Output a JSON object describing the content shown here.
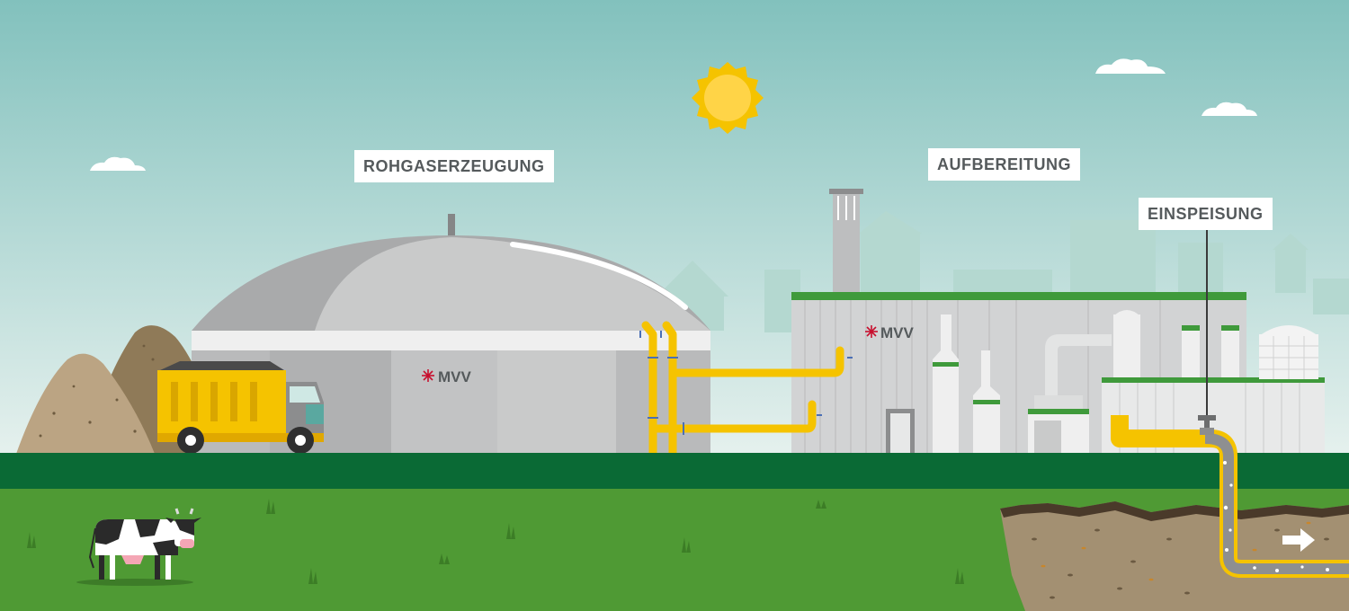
{
  "labels": {
    "rohgas": "ROHGASERZEUGUNG",
    "aufbereitung": "AUFBEREITUNG",
    "einspeisung": "EINSPEISUNG"
  },
  "logo": {
    "text": "MVV",
    "color": "#c8102e"
  },
  "colors": {
    "sky_top": "#82c1bd",
    "sky_bottom": "#e6f1ee",
    "grass": "#4f9a34",
    "grass_band": "#0a6a35",
    "pipe": "#f5c300",
    "soil": "#a39072",
    "factory_trim": "#3f9a3b",
    "dome": "#c8c9ca"
  },
  "icons": [
    "sun-icon",
    "cloud-icon",
    "cow-icon",
    "truck-icon",
    "arrow-right-icon",
    "valve-icon"
  ]
}
